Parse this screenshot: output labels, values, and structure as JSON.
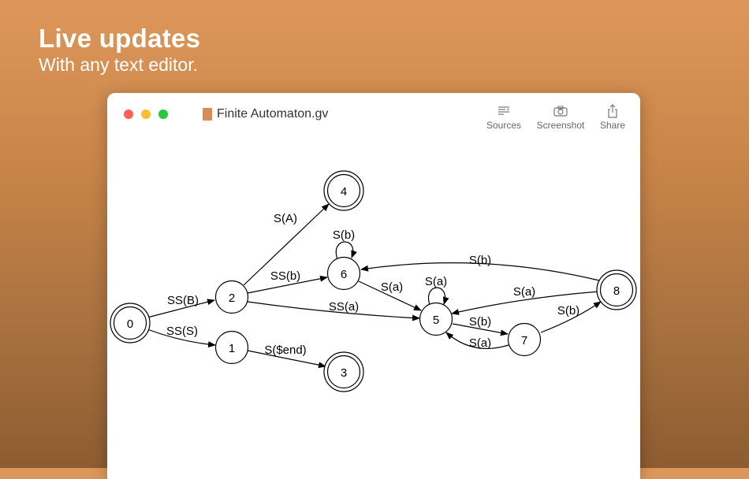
{
  "hero": {
    "title": "Live updates",
    "subtitle": "With any text editor."
  },
  "window": {
    "title": "Finite Automaton.gv",
    "toolbar": [
      {
        "label": "Sources",
        "icon": "sources-icon"
      },
      {
        "label": "Screenshot",
        "icon": "camera-icon"
      },
      {
        "label": "Share",
        "icon": "share-icon"
      }
    ]
  },
  "graph": {
    "nodes": [
      {
        "id": "0",
        "final": true
      },
      {
        "id": "1",
        "final": false
      },
      {
        "id": "2",
        "final": false
      },
      {
        "id": "3",
        "final": true
      },
      {
        "id": "4",
        "final": true
      },
      {
        "id": "5",
        "final": false
      },
      {
        "id": "6",
        "final": false
      },
      {
        "id": "7",
        "final": false
      },
      {
        "id": "8",
        "final": true
      }
    ],
    "edges": [
      {
        "from": "0",
        "to": "2",
        "label": "SS(B)"
      },
      {
        "from": "0",
        "to": "1",
        "label": "SS(S)"
      },
      {
        "from": "2",
        "to": "4",
        "label": "S(A)"
      },
      {
        "from": "2",
        "to": "6",
        "label": "SS(b)"
      },
      {
        "from": "2",
        "to": "5",
        "label": "SS(a)"
      },
      {
        "from": "1",
        "to": "3",
        "label": "S($end)"
      },
      {
        "from": "6",
        "to": "6",
        "label": "S(b)"
      },
      {
        "from": "6",
        "to": "5",
        "label": "S(a)"
      },
      {
        "from": "5",
        "to": "5",
        "label": "S(a)"
      },
      {
        "from": "5",
        "to": "7",
        "label": "S(b)"
      },
      {
        "from": "7",
        "to": "5",
        "label": "S(a)"
      },
      {
        "from": "7",
        "to": "8",
        "label": "S(b)"
      },
      {
        "from": "8",
        "to": "5",
        "label": "S(a)"
      },
      {
        "from": "8",
        "to": "6",
        "label": "S(b)"
      }
    ]
  }
}
